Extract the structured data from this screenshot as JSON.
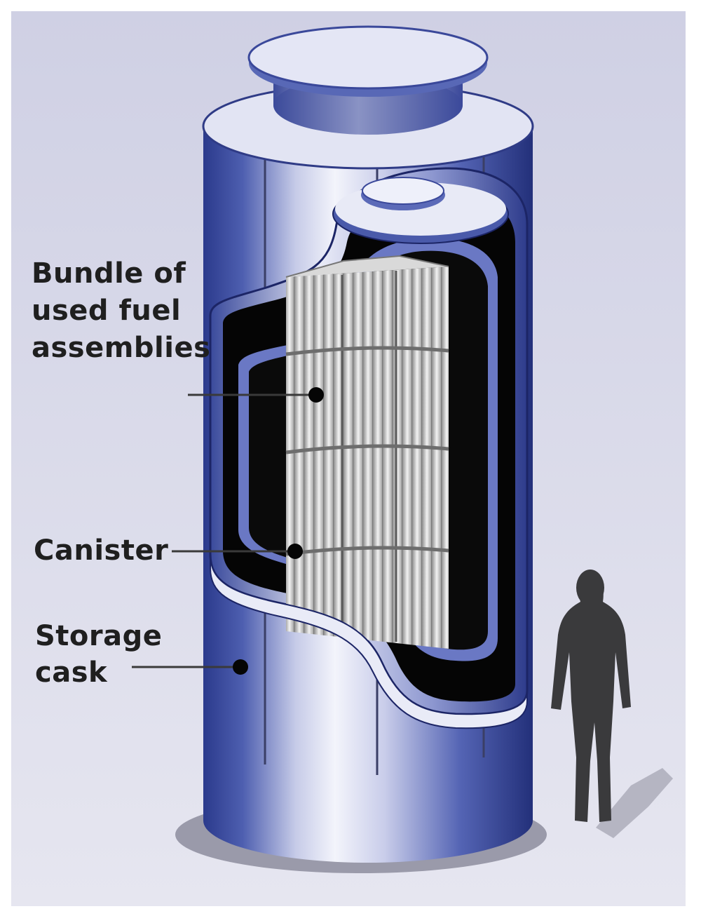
{
  "labels": {
    "bundle": [
      "Bundle  of",
      "used fuel",
      "assemblies"
    ],
    "canister": "Canister",
    "cask": [
      "Storage",
      "cask"
    ]
  },
  "icons": {
    "figure": "human-silhouette-icon"
  },
  "colors": {
    "background": "#d9d9ea",
    "cask_dark": "#2b3a8c",
    "cask_light": "#eef0fa",
    "cavity": "#050505",
    "fuel_rod": "#bdbdbd",
    "silhouette": "#3a3a3c"
  }
}
